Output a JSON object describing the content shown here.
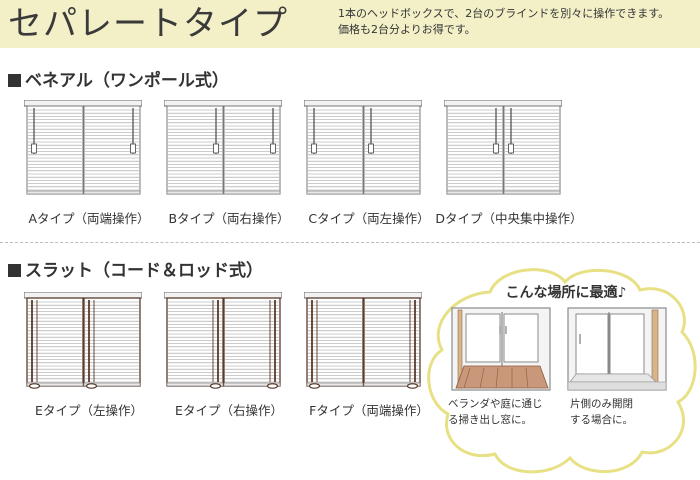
{
  "header": {
    "title": "セパレートタイプ",
    "intro_line1": "1本のヘッドボックスで、2台のブラインドを別々に操作できます。",
    "intro_line2": "価格も2台分よりお得です。"
  },
  "sections": [
    {
      "heading": "ベネアル（ワンポール式）",
      "products": [
        {
          "label": "Aタイプ（両端操作）"
        },
        {
          "label": "Bタイプ（両右操作）"
        },
        {
          "label": "Cタイプ（両左操作）"
        },
        {
          "label": "Dタイプ（中央集中操作）"
        }
      ]
    },
    {
      "heading": "スラット（コード＆ロッド式）",
      "products": [
        {
          "label": "Eタイプ（左操作）"
        },
        {
          "label": "Eタイプ（右操作）"
        },
        {
          "label": "Fタイプ（両端操作）"
        }
      ]
    }
  ],
  "callout": {
    "title": "こんな場所に最適♪",
    "left_note_line1": "ベランダや庭に通じ",
    "left_note_line2": "る掃き出し窓に。",
    "right_note_line1": "片側のみ開閉",
    "right_note_line2": "する場合に。"
  },
  "colors": {
    "header_bg": "#f3f0c8",
    "cloud_border": "#e8e085",
    "blind_frame": "#5a3a2a",
    "blind_slats": "#9a9a9a"
  }
}
